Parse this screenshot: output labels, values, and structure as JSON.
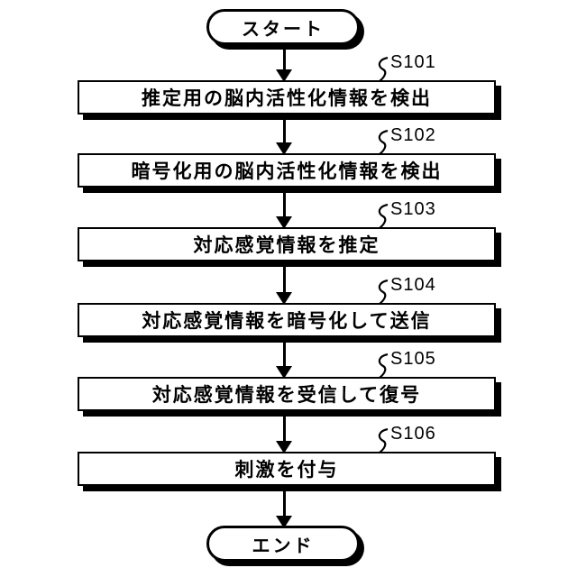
{
  "diagram": {
    "type": "flowchart",
    "start_label": "スタート",
    "end_label": "エンド",
    "steps": [
      {
        "id": "S101",
        "label": "推定用の脳内活性化情報を検出"
      },
      {
        "id": "S102",
        "label": "暗号化用の脳内活性化情報を検出"
      },
      {
        "id": "S103",
        "label": "対応感覚情報を推定"
      },
      {
        "id": "S104",
        "label": "対応感覚情報を暗号化して送信"
      },
      {
        "id": "S105",
        "label": "対応感覚情報を受信して復号"
      },
      {
        "id": "S106",
        "label": "刺激を付与"
      }
    ],
    "colors": {
      "line": "#000000",
      "node_fill": "#ffffff",
      "background": "#ffffff"
    }
  }
}
